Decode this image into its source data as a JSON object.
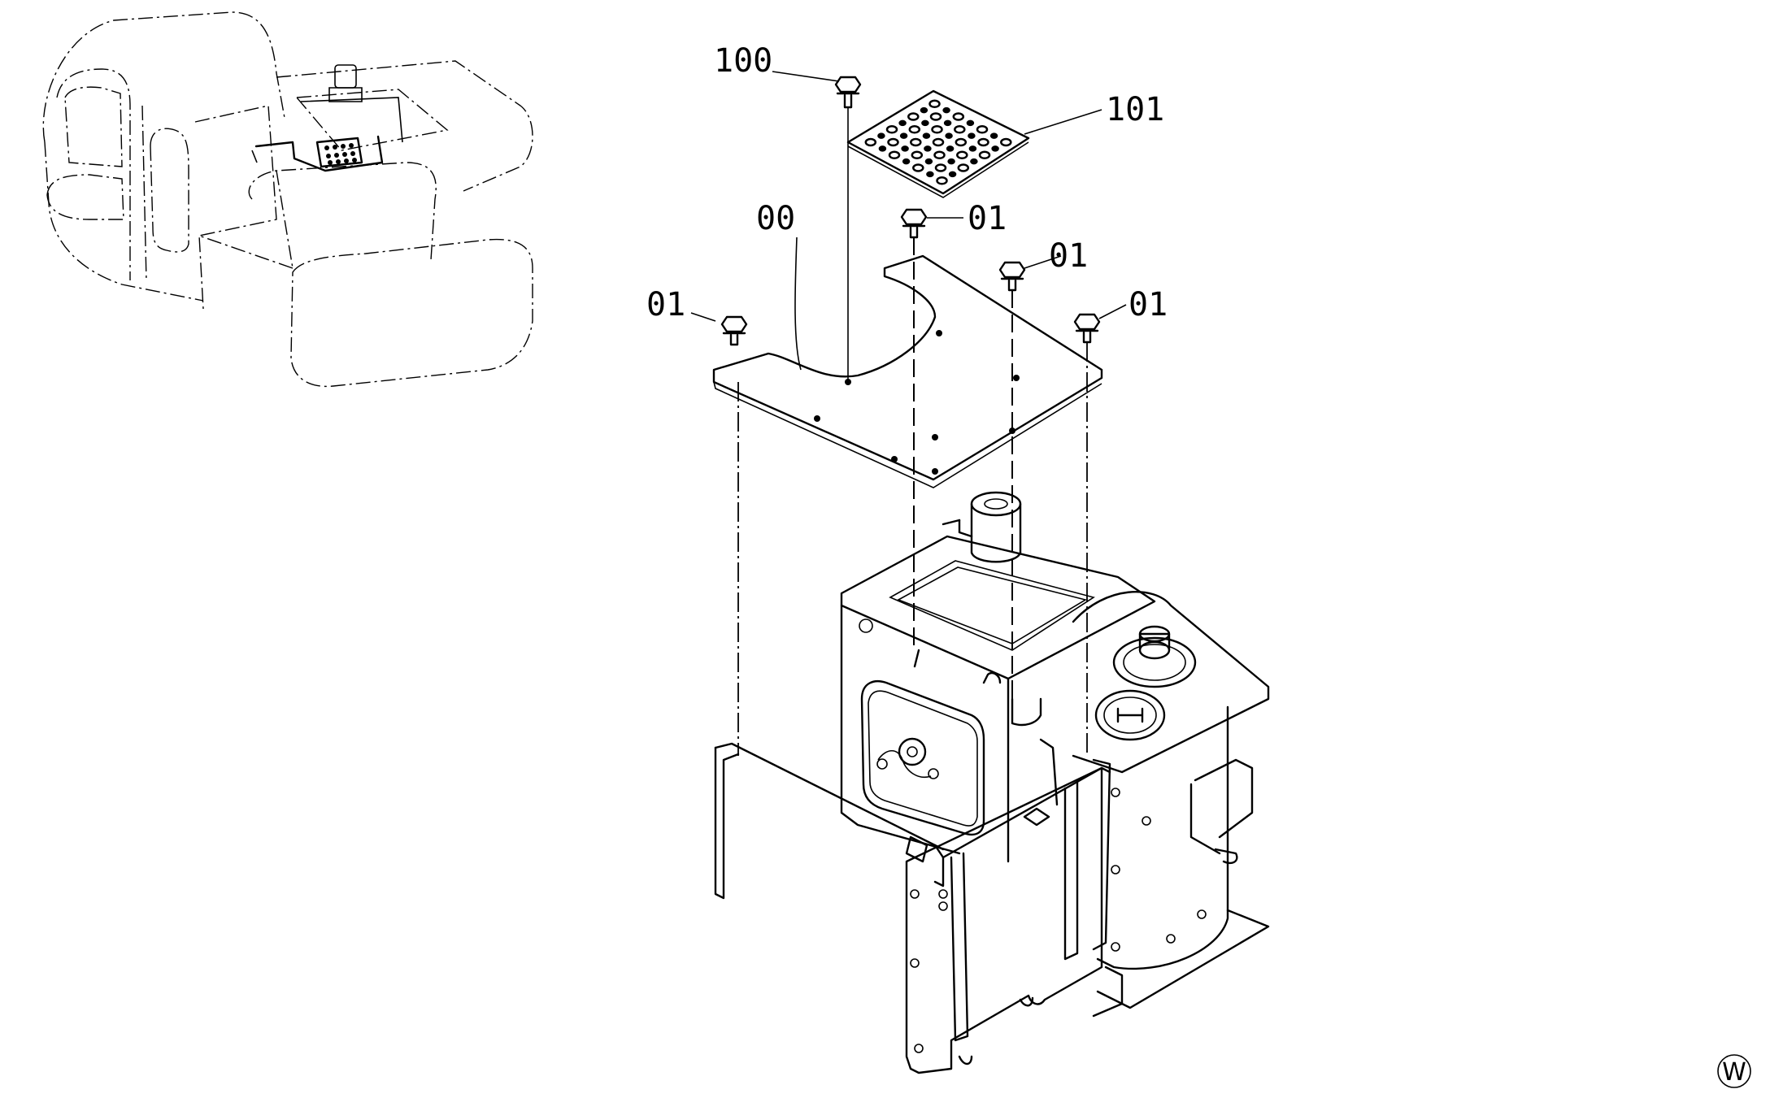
{
  "callouts": [
    {
      "id": "bolt-top",
      "text": "100"
    },
    {
      "id": "grating",
      "text": "101"
    },
    {
      "id": "cover",
      "text": "00"
    },
    {
      "id": "bolt-a",
      "text": "01"
    },
    {
      "id": "bolt-b",
      "text": "01"
    },
    {
      "id": "bolt-c",
      "text": "01"
    },
    {
      "id": "bolt-d",
      "text": "01"
    }
  ],
  "corner_mark": "W"
}
